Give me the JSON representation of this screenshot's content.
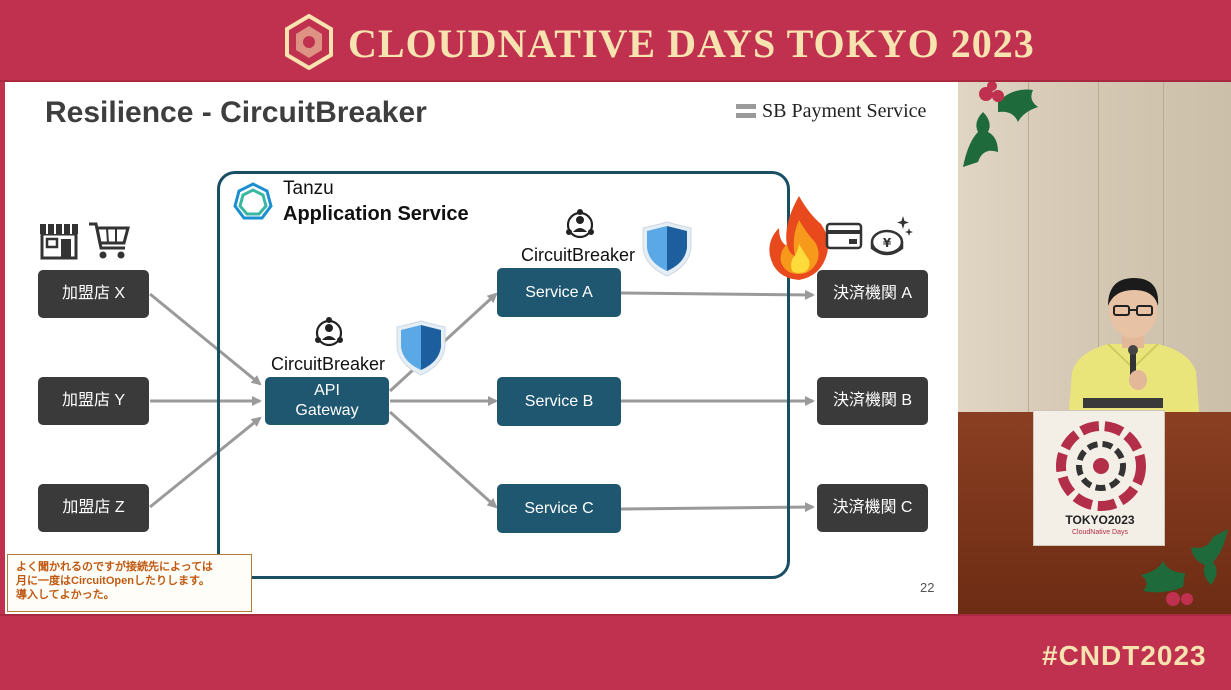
{
  "banner": {
    "title": "CLOUDNATIVE DAYS TOKYO 2023",
    "hashtag": "#CNDT2023",
    "accent_color": "#c0304f",
    "text_color": "#f6e3b0"
  },
  "slide": {
    "title": "Resilience - CircuitBreaker",
    "company_logo_text": "SB Payment Service",
    "platform": {
      "line1": "Tanzu",
      "line2": "Application Service"
    },
    "merchants": [
      "加盟店 X",
      "加盟店 Y",
      "加盟店 Z"
    ],
    "gateway": {
      "line1": "API",
      "line2": "Gateway",
      "circuit_breaker_label": "CircuitBreaker"
    },
    "services": [
      "Service A",
      "Service B",
      "Service C"
    ],
    "services_circuit_breaker_label": "CircuitBreaker",
    "payment_institutions": [
      "決済機関 A",
      "決済機関 B",
      "決済機関 C"
    ],
    "page_number": "22",
    "icons": [
      "shop-icon",
      "cart-icon",
      "user-network-icon",
      "shield-icon",
      "fire-icon",
      "credit-card-icon",
      "yen-coin-icon",
      "tanzu-logo-icon"
    ],
    "colors": {
      "node_dark": "#3a3a3a",
      "node_teal": "#1f5670",
      "platform_border": "#1a4f63",
      "shield_light": "#5ba8e6",
      "shield_dark": "#1d5f9e"
    }
  },
  "note": {
    "line1": "よく聞かれるのですが接続先によっては",
    "line2": "月に一度はCircuitOpenしたりします。",
    "line3": "導入してよかった。"
  },
  "camera": {
    "sign_text": "TOKYO2023",
    "sign_sub": "CloudNative Days"
  }
}
